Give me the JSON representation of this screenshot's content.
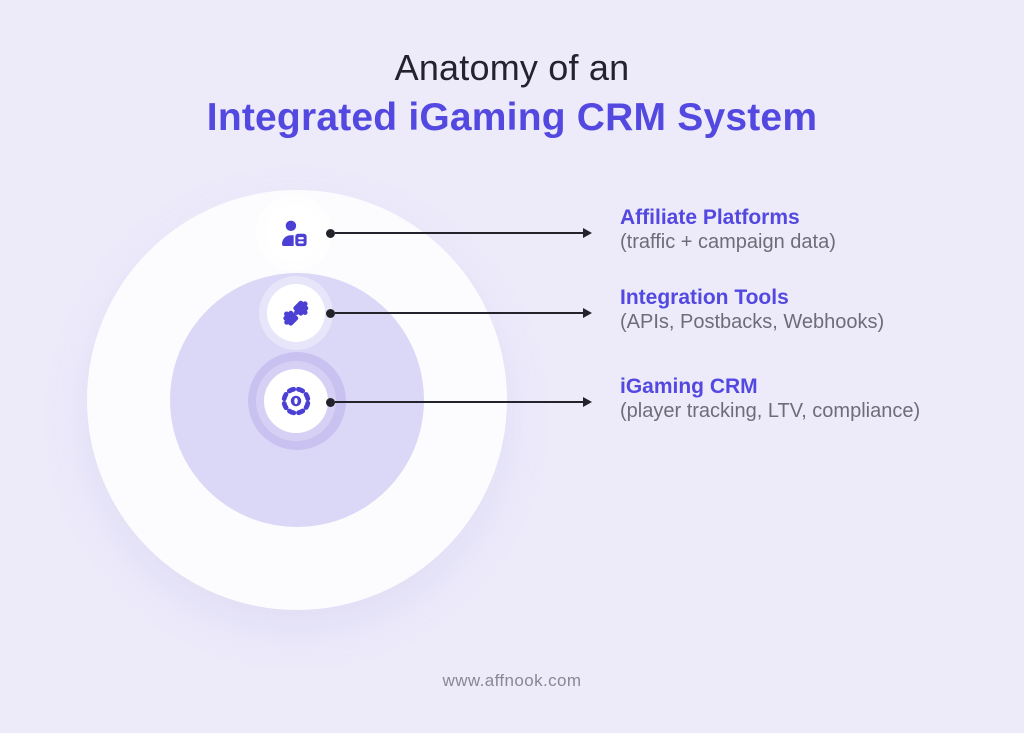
{
  "title": {
    "line1": "Anatomy of an",
    "line2": "Integrated iGaming CRM System"
  },
  "rings": [
    {
      "label": "Affiliate Platforms",
      "description": "(traffic + campaign data)",
      "icon": "user-card-icon"
    },
    {
      "label": "Integration Tools",
      "description": "(APIs, Postbacks, Webhooks)",
      "icon": "puzzle-icon"
    },
    {
      "label": "iGaming CRM",
      "description": "(player tracking, LTV, compliance)",
      "icon": "dashed-gear-icon"
    }
  ],
  "footer": {
    "website": "www.affnook.com"
  },
  "colors": {
    "background": "#EDEBFA",
    "accent_purple": "#5348E0",
    "icon_purple": "#4C40D4",
    "title_dark": "#23222E",
    "text_gray": "#6E6C78",
    "footer_gray": "#8A8794",
    "connector_dark": "#23232B",
    "ring_outer": "#FCFCFE",
    "ring_middle": "#DBD7F7",
    "ring_inner": "#C9C2F0"
  }
}
